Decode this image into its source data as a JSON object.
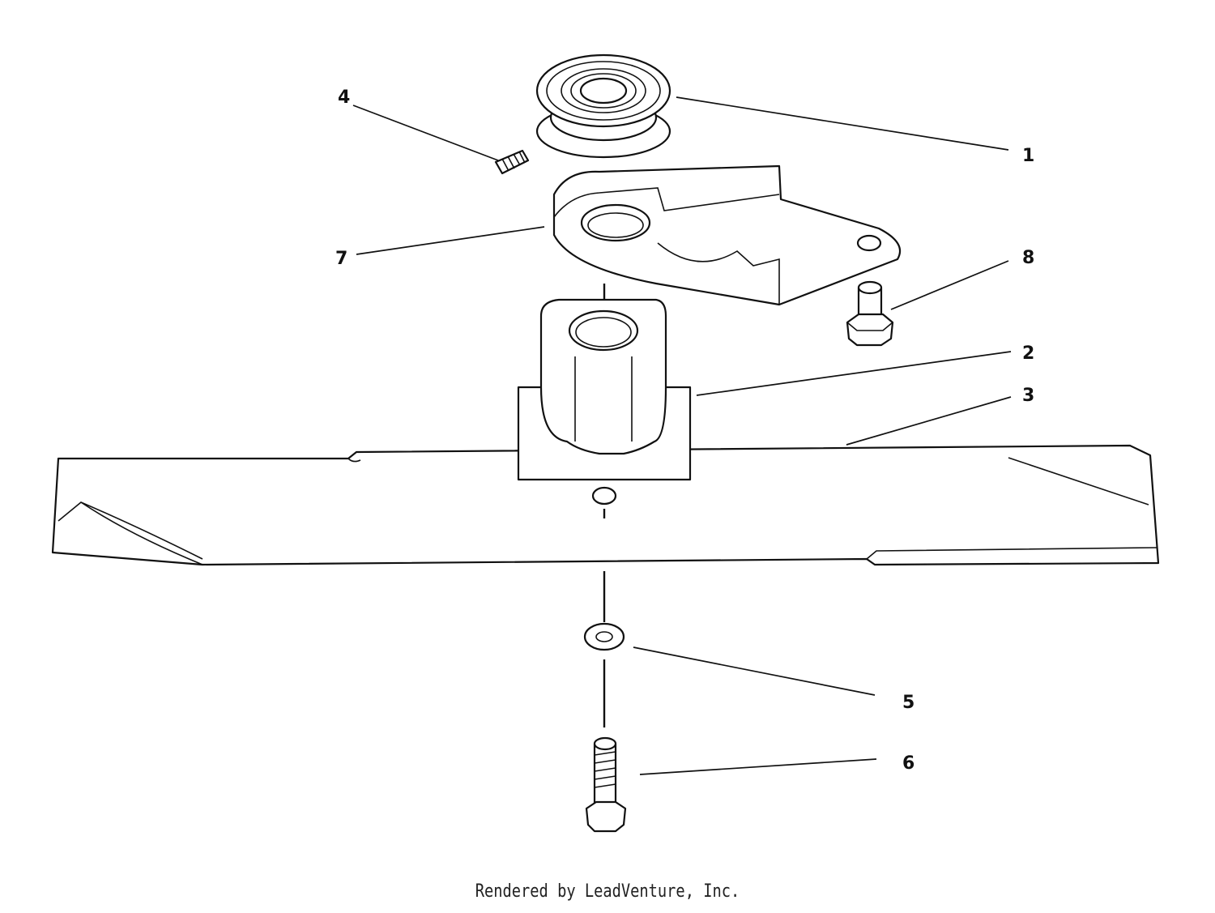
{
  "callouts": [
    {
      "id": "1",
      "label": "1",
      "part": "pulley"
    },
    {
      "id": "2",
      "label": "2",
      "part": "blade-adapter"
    },
    {
      "id": "3",
      "label": "3",
      "part": "blade"
    },
    {
      "id": "4",
      "label": "4",
      "part": "set-screw"
    },
    {
      "id": "5",
      "label": "5",
      "part": "washer"
    },
    {
      "id": "6",
      "label": "6",
      "part": "blade-bolt"
    },
    {
      "id": "7",
      "label": "7",
      "part": "belt-guard"
    },
    {
      "id": "8",
      "label": "8",
      "part": "hex-bolt"
    }
  ],
  "footer": {
    "text": "Rendered by LeadVenture, Inc."
  },
  "colors": {
    "line": "#111111",
    "background": "#ffffff"
  }
}
